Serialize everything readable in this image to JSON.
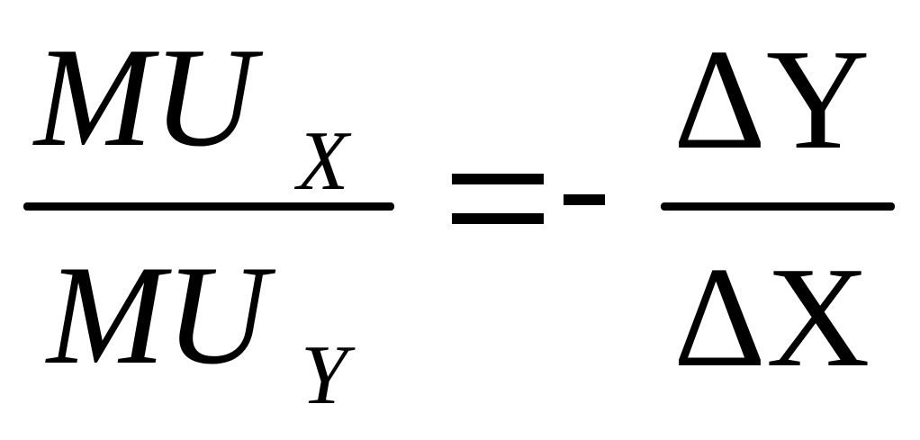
{
  "formula": {
    "left_fraction": {
      "numerator": {
        "main": "MU",
        "subscript": "X"
      },
      "denominator": {
        "main": "MU",
        "subscript": "Y"
      }
    },
    "equals": "=",
    "minus": "-",
    "right_fraction": {
      "numerator": "ΔY",
      "denominator": "ΔX"
    }
  }
}
